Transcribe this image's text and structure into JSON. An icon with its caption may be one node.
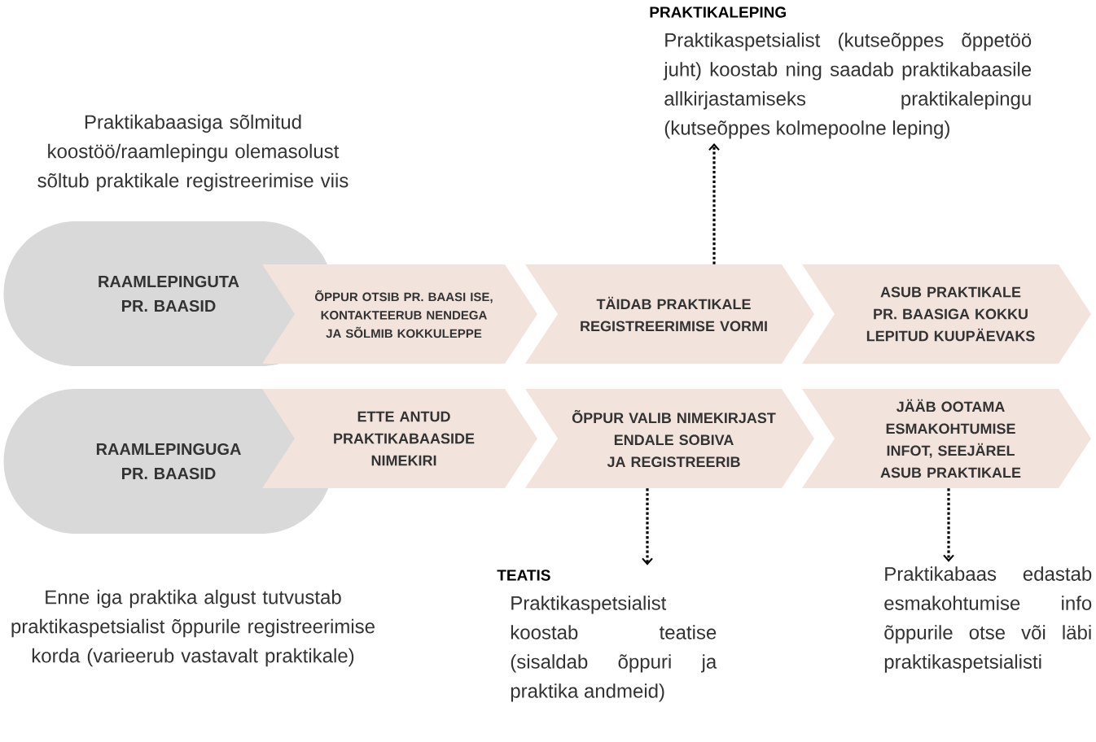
{
  "diagram": {
    "nodes": [
      {
        "text": [
          "RAAMLEPINGUTA PR. BAASID"
        ]
      },
      {
        "text": [
          "ÕPPUR OTSIB PR. BAASI ISE, KONTAKTEERUB NENDEGA JA SÕLMIB KOKKULEPPE"
        ]
      },
      {
        "text": [
          "TÄIDAB PRAKTIKALE REGISTREERIMISE VORMI"
        ]
      },
      {
        "text": [
          "ASUB PRAKTIKALE PR. BAASIGA KOKKU LEPITUD KUUPÄEVAKS"
        ]
      },
      {
        "text": [
          "RAAMLEPINGUGA PR. BAASID"
        ]
      },
      {
        "text": [
          "ETTE ANTUD PRAKTIKABAASIDE NIMEKIRI"
        ]
      },
      {
        "text": [
          "ÕPPUR VALIB NIMEKIRJAST ENDALE SOBIVA JA REGISTREERIB"
        ]
      },
      {
        "text": [
          "JÄÄB OOTAMA ESMAKOHTUMISE INFOT, SEEJÄREL ASUB PRAKTIKALE"
        ]
      },
      {
        "text": [
          "PRAKTIKALEPING",
          "Praktikaspetsialist (kutseõppes õppetöö juht) koostab ning saadab praktikabaasile allkirjastamiseks praktikalepingu (kutseõppes kolmepoolne leping)"
        ]
      },
      {
        "text": [
          "TEATIS",
          "Praktikaspetsialist koostab teatise (sisaldab õppuri ja praktika andmeid)"
        ]
      },
      {
        "text": [
          "Praktikabaas edastab esmakohtumise info õppurile otse või läbi praktikaspetsialisti"
        ]
      }
    ],
    "edges": [
      {
        "from": 2,
        "to": 8,
        "arrow": "to",
        "style": "dashed"
      },
      {
        "from": 6,
        "to": 9,
        "arrow": "to",
        "style": "dashed"
      },
      {
        "from": 7,
        "to": 10,
        "arrow": "to",
        "style": "dashed"
      }
    ],
    "labels": [
      "Praktikabaasiga sõlmitud koostöö/raamlepingu olemasolust sõltub praktikale registreerimise viis",
      "Enne iga praktika algust tutvustab praktikaspetsialist õppurile registreerimise korda (varieerub vastavalt praktikale)"
    ]
  }
}
